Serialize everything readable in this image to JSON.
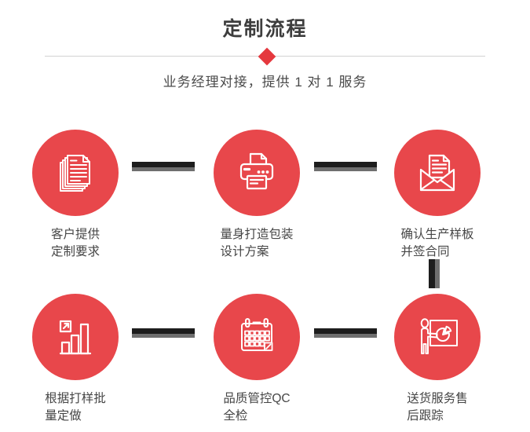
{
  "header": {
    "title": "定制流程",
    "subtitle": "业务经理对接，提供 1 对 1 服务"
  },
  "colors": {
    "accent_red": "#e8474b",
    "diamond_red": "#e5383e",
    "connector_black": "#1d1d1d",
    "connector_gray": "#6f6f6f",
    "divider_gray": "#d2d2d2",
    "title_text": "#3d3d3d",
    "label_text": "#464646",
    "icon_stroke": "#ffffff"
  },
  "steps": [
    {
      "id": 1,
      "icon": "documents-stack-icon",
      "label_lines": [
        "客户提供",
        "定制要求"
      ]
    },
    {
      "id": 2,
      "icon": "printer-icon",
      "label_lines": [
        "量身打造包装",
        "设计方案"
      ]
    },
    {
      "id": 3,
      "icon": "envelope-letter-icon",
      "label_lines": [
        "确认生产样板",
        "并签合同"
      ]
    },
    {
      "id": 4,
      "icon": "growth-bar-chart-icon",
      "label_lines": [
        "根据打样批",
        "量定做"
      ]
    },
    {
      "id": 5,
      "icon": "calendar-icon",
      "label_lines": [
        "品质管控QC",
        "全检"
      ]
    },
    {
      "id": 6,
      "icon": "presenter-board-icon",
      "label_lines": [
        "送货服务售",
        "后跟踪"
      ]
    }
  ]
}
